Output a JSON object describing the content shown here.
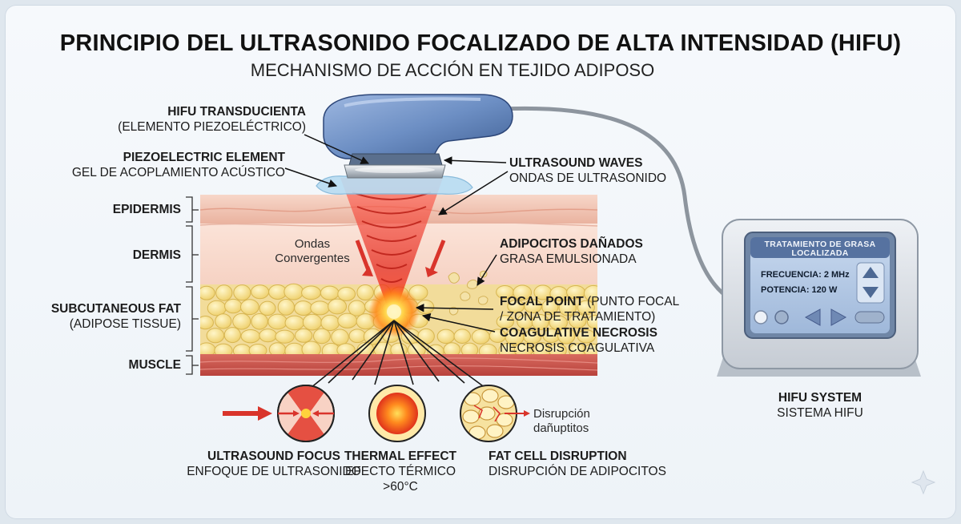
{
  "header": {
    "title": "PRINCIPIO DEL ULTRASONIDO FOCALIZADO DE ALTA INTENSIDAD (HIFU)",
    "subtitle": "MECHANISMO DE ACCIÓN EN TEJIDO ADIPOSO"
  },
  "labels": {
    "transducer_en": "HIFU TRANSDUCIENTA",
    "transducer_es": "(ELEMENTO PIEZOELÉCTRICO)",
    "piezo_en": "PIEZOELECTRIC ELEMENT",
    "piezo_es": "GEL DE ACOPLAMIENTO ACÚSTICO",
    "waves_en": "ULTRASOUND WAVES",
    "waves_es": "ONDAS DE ULTRASONIDO",
    "epidermis": "EPIDERMIS",
    "dermis": "DERMIS",
    "fat_en": "SUBCUTANEOUS FAT",
    "fat_es": "(ADIPOSE TISSUE)",
    "muscle": "MUSCLE",
    "converging_1": "Ondas",
    "converging_2": "Convergentes",
    "damaged_en": "ADIPOCITOS DAÑADOS",
    "damaged_es": "GRASA EMULSIONADA",
    "focal_en": "FOCAL POINT",
    "focal_es_1": "(PUNTO FOCAL",
    "focal_es_2": "/ ZONA DE TRATAMIENTO)",
    "necrosis_en": "COAGULATIVE NECROSIS",
    "necrosis_es": "NECROSIS COAGULATIVA"
  },
  "insets": [
    {
      "title": "ULTRASOUND FOCUS",
      "line1": "ENFOQUE DE ULTRASONIDO",
      "line2": ""
    },
    {
      "title": "THERMAL EFFECT",
      "line1": "EFECTO TÉRMICO",
      "line2": ">60°C"
    },
    {
      "title": "FAT CELL DISRUPTION",
      "line1": "DISRUPCIÓN DE ADIPOCITOS",
      "line2": ""
    }
  ],
  "disruption_note": {
    "line1": "Disrupción",
    "line2": "dañuptitos"
  },
  "device": {
    "screen_title_1": "TRATAMIENTO DE GRASA",
    "screen_title_2": "LOCALIZADA",
    "frequency": "FRECUENCIA: 2 MHz",
    "power": "POTENCIA: 120 W",
    "label_en": "HIFU SYSTEM",
    "label_es": "SISTEMA HIFU"
  },
  "colors": {
    "accent_red": "#d9342b",
    "focal_orange": "#ff9a1a",
    "fat_yellow": "#f6df8c",
    "skin_pink": "#f3c8b8",
    "muscle_red": "#c9524a",
    "device_blue": "#6d8fc4"
  }
}
